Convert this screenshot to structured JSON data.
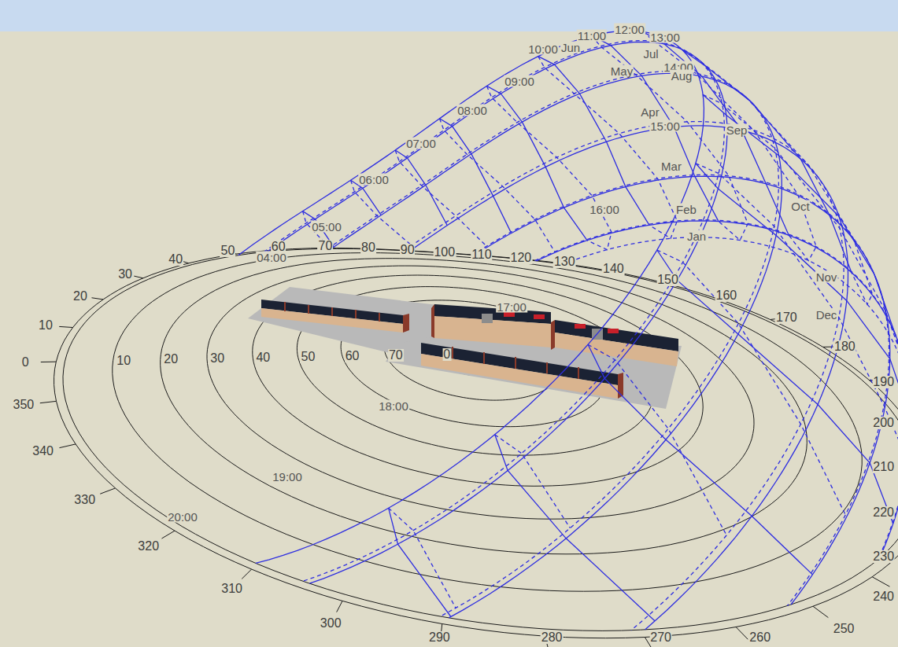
{
  "diagram": {
    "labels": [
      "0",
      "10",
      "20",
      "30",
      "40",
      "50",
      "60",
      "70",
      "80",
      "90",
      "100",
      "110",
      "120",
      "130",
      "140",
      "150",
      "160",
      "170",
      "180",
      "190",
      "200",
      "210",
      "220",
      "230",
      "240",
      "250",
      "260",
      "270",
      "280",
      "290",
      "300",
      "310",
      "320",
      "330",
      "340",
      "350",
      "10",
      "20",
      "30",
      "40",
      "50",
      "60",
      "70",
      "0",
      "12:00",
      "11:00",
      "13:00",
      "10:00",
      "Jun",
      "Jul",
      "May",
      "14:00",
      "Aug",
      "09:00",
      "Apr",
      "15:00",
      "Sep",
      "08:00",
      "Mar",
      "07:00",
      "Oct",
      "06:00",
      "Feb",
      "16:00",
      "Jan",
      "05:00",
      "04:00",
      "Nov",
      "Dec",
      "17:00",
      "18:00",
      "19:00",
      "20:00"
    ]
  }
}
